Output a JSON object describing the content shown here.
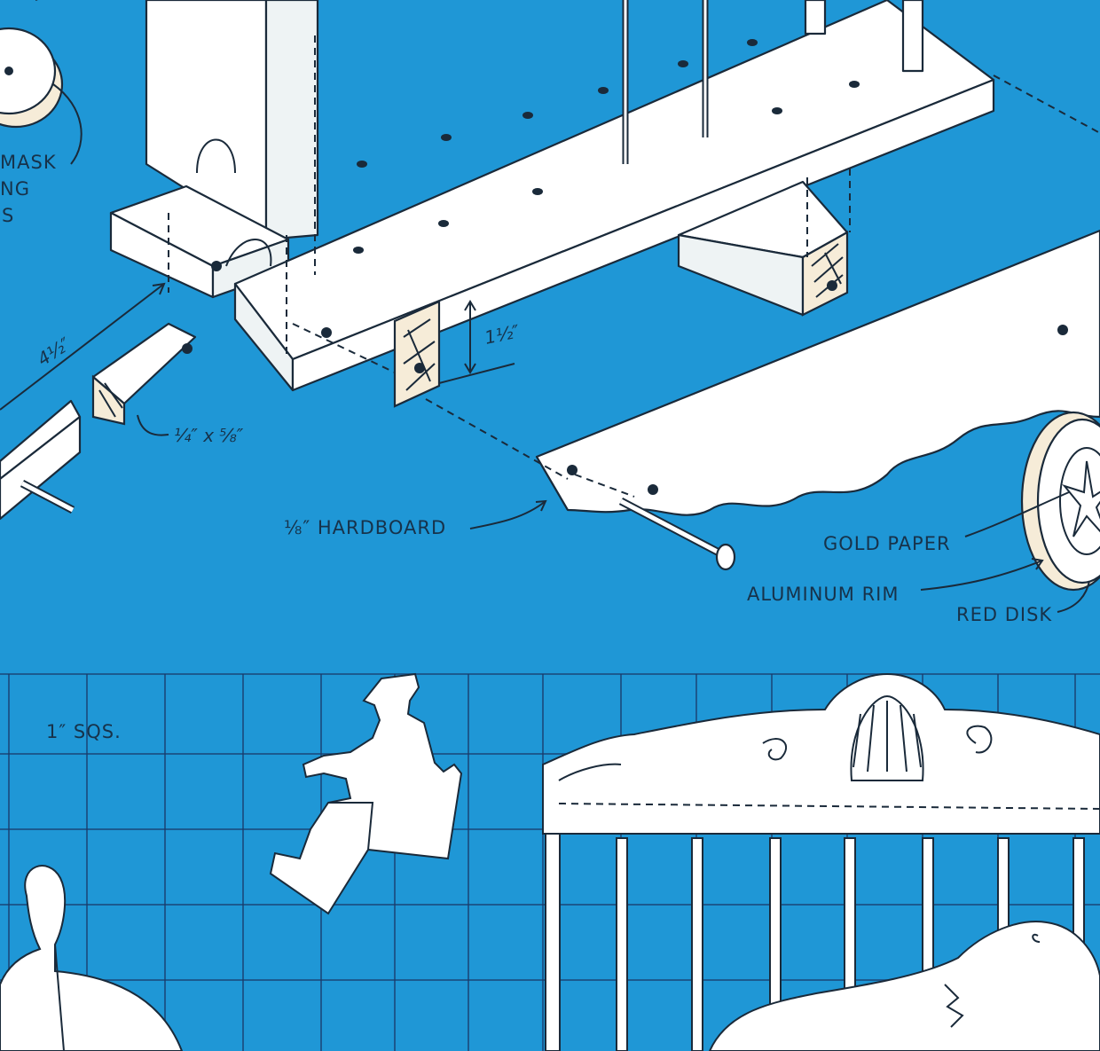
{
  "labels": {
    "mask_fragment_1": "MASK",
    "mask_fragment_2": "NG",
    "mask_fragment_3": "S",
    "dim_thickness": "1½″",
    "dim_length": "4½″",
    "dim_stock": "¼″ x ⅝″",
    "hardboard": "⅛″ HARDBOARD",
    "gold_paper": "GOLD PAPER",
    "aluminum_rim": "ALUMINUM RIM",
    "red_disk": "RED DISK",
    "grid_note": "1″ SQS."
  },
  "colors": {
    "background": "#1f97d6",
    "ink": "#1a2a3a",
    "part": "#ffffff",
    "grid": "#1a3a6a"
  }
}
